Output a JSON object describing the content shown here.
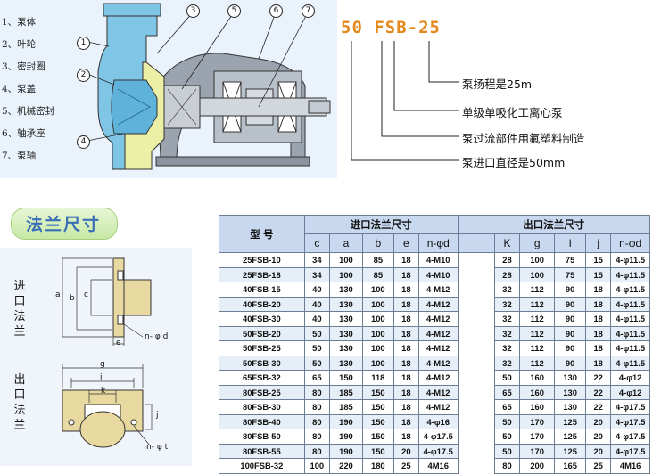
{
  "legend": [
    "1、泵体",
    "2、叶轮",
    "3、密封圈",
    "4、泵盖",
    "5、机械密封",
    "6、轴承座",
    "7、泵轴"
  ],
  "callouts": [
    "1",
    "2",
    "3",
    "4",
    "5",
    "6",
    "7"
  ],
  "model": {
    "code": "50 FSB-25",
    "descriptions": [
      "泵扬程是25m",
      "单级单吸化工离心泵",
      "泵过流部件用氟塑料制造",
      "泵进口直径是50mm"
    ]
  },
  "flange": {
    "title": "法兰尺寸",
    "inlet_label": "进口法兰",
    "outlet_label": "出口法兰",
    "inlet_dims": [
      "a",
      "b",
      "c",
      "e",
      "n- φ d"
    ],
    "outlet_dims": [
      "g",
      "i",
      "k",
      "j",
      "n- φ t"
    ]
  },
  "table": {
    "model_header": "型  号",
    "inlet_header": "进口法兰尺寸",
    "outlet_header": "出口法兰尺寸",
    "inlet_cols": [
      "c",
      "a",
      "b",
      "e",
      "n-φd"
    ],
    "outlet_cols": [
      "K",
      "g",
      "l",
      "j",
      "n-φd"
    ],
    "rows": [
      {
        "model": "25FSB-10",
        "in": [
          "34",
          "100",
          "85",
          "18",
          "4-M10"
        ],
        "out": [
          "28",
          "100",
          "75",
          "15",
          "4-φ11.5"
        ]
      },
      {
        "model": "25FSB-18",
        "in": [
          "34",
          "100",
          "85",
          "18",
          "4-M10"
        ],
        "out": [
          "28",
          "100",
          "75",
          "15",
          "4-φ11.5"
        ]
      },
      {
        "model": "40FSB-15",
        "in": [
          "40",
          "130",
          "100",
          "18",
          "4-M12"
        ],
        "out": [
          "32",
          "112",
          "90",
          "18",
          "4-φ11.5"
        ]
      },
      {
        "model": "40FSB-20",
        "in": [
          "40",
          "130",
          "100",
          "18",
          "4-M12"
        ],
        "out": [
          "32",
          "112",
          "90",
          "18",
          "4-φ11.5"
        ]
      },
      {
        "model": "40FSB-30",
        "in": [
          "40",
          "130",
          "100",
          "18",
          "4-M12"
        ],
        "out": [
          "32",
          "112",
          "90",
          "18",
          "4-φ11.5"
        ]
      },
      {
        "model": "50FSB-20",
        "in": [
          "50",
          "130",
          "100",
          "18",
          "4-M12"
        ],
        "out": [
          "32",
          "112",
          "90",
          "18",
          "4-φ11.5"
        ]
      },
      {
        "model": "50FSB-25",
        "in": [
          "50",
          "130",
          "100",
          "18",
          "4-M12"
        ],
        "out": [
          "32",
          "112",
          "90",
          "18",
          "4-φ11.5"
        ]
      },
      {
        "model": "50FSB-30",
        "in": [
          "50",
          "130",
          "100",
          "18",
          "4-M12"
        ],
        "out": [
          "32",
          "112",
          "90",
          "18",
          "4-φ11.5"
        ]
      },
      {
        "model": "65FSB-32",
        "in": [
          "65",
          "150",
          "118",
          "18",
          "4-M12"
        ],
        "out": [
          "50",
          "160",
          "130",
          "22",
          "4-φ12"
        ]
      },
      {
        "model": "80FSB-25",
        "in": [
          "80",
          "185",
          "150",
          "18",
          "4-M12"
        ],
        "out": [
          "65",
          "160",
          "130",
          "22",
          "4-φ12"
        ]
      },
      {
        "model": "80FSB-30",
        "in": [
          "80",
          "185",
          "150",
          "18",
          "4-M12"
        ],
        "out": [
          "65",
          "160",
          "130",
          "22",
          "4-φ17.5"
        ]
      },
      {
        "model": "80FSB-40",
        "in": [
          "80",
          "190",
          "150",
          "18",
          "4-φ16"
        ],
        "out": [
          "50",
          "170",
          "125",
          "20",
          "4-φ17.5"
        ]
      },
      {
        "model": "80FSB-50",
        "in": [
          "80",
          "190",
          "150",
          "18",
          "4-φ17.5"
        ],
        "out": [
          "50",
          "170",
          "125",
          "20",
          "4-φ17.5"
        ]
      },
      {
        "model": "80FSB-55",
        "in": [
          "80",
          "190",
          "150",
          "20",
          "4-φ17.5"
        ],
        "out": [
          "50",
          "170",
          "125",
          "20",
          "4-φ17.5"
        ]
      },
      {
        "model": "100FSB-32",
        "in": [
          "100",
          "220",
          "180",
          "25",
          "4M16"
        ],
        "out": [
          "80",
          "200",
          "165",
          "25",
          "4M16"
        ]
      }
    ]
  },
  "colors": {
    "model_code": "#e4891d",
    "flange_title": "#3b6fb5",
    "table_header": "#c7d8ef",
    "pump_body": "#7fc6e6",
    "pump_cover": "#ecf0a6",
    "bearing_frame": "#9aa3ae"
  }
}
